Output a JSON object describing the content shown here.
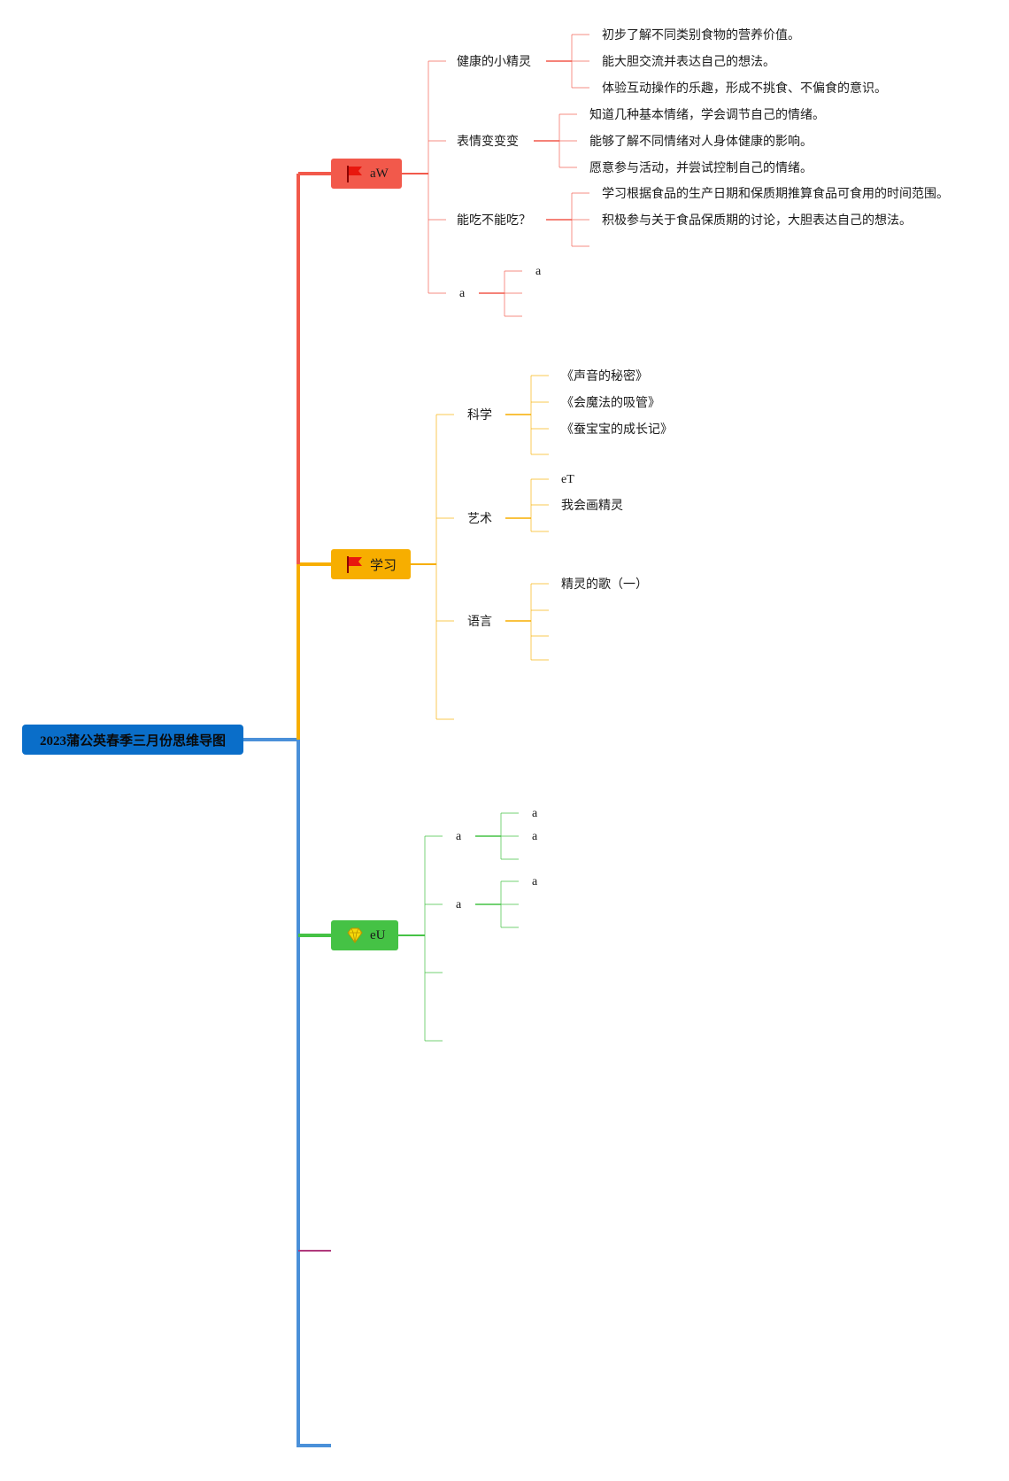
{
  "root": {
    "label": "2023蒲公英春季三月份思维导图"
  },
  "colors": {
    "root": "#0a6ec9",
    "branch_health": "#f2594b",
    "branch_study": "#f7ae00",
    "branch_third": "#45c245",
    "branch_fourth": "#b03a7c",
    "trunk": "#4a90d9"
  },
  "branches": [
    {
      "label": "aW",
      "icon": "red-flag-icon",
      "children": [
        {
          "label": "健康的小精灵",
          "items": [
            "初步了解不同类别食物的营养价值。",
            "能大胆交流并表达自己的想法。",
            "体验互动操作的乐趣，形成不挑食、不偏食的意识。"
          ]
        },
        {
          "label": "表情变变变",
          "items": [
            "知道几种基本情绪，学会调节自己的情绪。",
            "能够了解不同情绪对人身体健康的影响。",
            "愿意参与活动，并尝试控制自己的情绪。"
          ]
        },
        {
          "label": "能吃不能吃？",
          "items": [
            "学习根据食品的生产日期和保质期推算食品可食用的时间范围。",
            "积极参与关于食品保质期的讨论，大胆表达自己的想法。"
          ]
        },
        {
          "label": "a",
          "items": [
            "a"
          ]
        }
      ]
    },
    {
      "label": "学习",
      "icon": "red-flag-icon",
      "children": [
        {
          "label": "科学",
          "items": [
            "《声音的秘密》",
            "《会魔法的吸管》",
            "《蚕宝宝的成长记》"
          ]
        },
        {
          "label": "艺术",
          "items": [
            "eT",
            "我会画精灵"
          ]
        },
        {
          "label": "语言",
          "items": [
            "精灵的歌（一）"
          ]
        }
      ]
    },
    {
      "label": "eU",
      "icon": "gem-icon",
      "children": [
        {
          "label": "a",
          "items": [
            "a",
            "a"
          ]
        },
        {
          "label": "a",
          "items": [
            "a"
          ]
        }
      ]
    }
  ]
}
